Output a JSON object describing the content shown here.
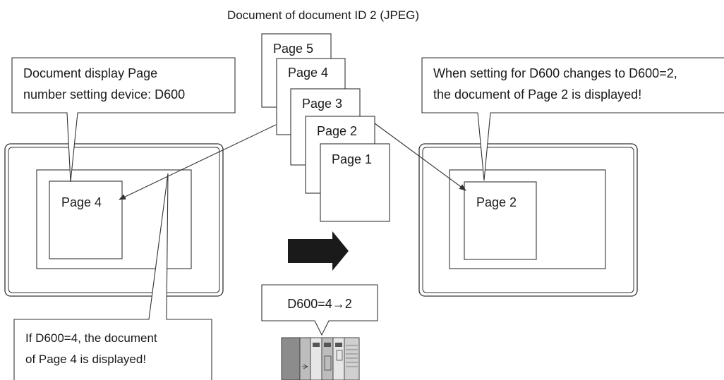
{
  "document_title": "Document of document ID 2 (JPEG)",
  "page_stack": [
    "Page 5",
    "Page 4",
    "Page 3",
    "Page 2",
    "Page 1"
  ],
  "left_callout": {
    "line1": "Document display Page",
    "line2": "number setting device: D600"
  },
  "right_callout": {
    "line1": "When setting for D600 changes to D600=2,",
    "line2": "the document of Page 2 is displayed!"
  },
  "bottom_callout": {
    "line1": "If D600=4, the document",
    "line2": "of Page 4 is displayed!"
  },
  "left_screen_page": "Page 4",
  "right_screen_page": "Page 2",
  "plc_label": "D600=4→2",
  "colors": {
    "line": "#333333",
    "arrow_fill": "#1a1a1a",
    "plc_body": "#bdbdbd",
    "plc_dark": "#8c8c8c"
  }
}
